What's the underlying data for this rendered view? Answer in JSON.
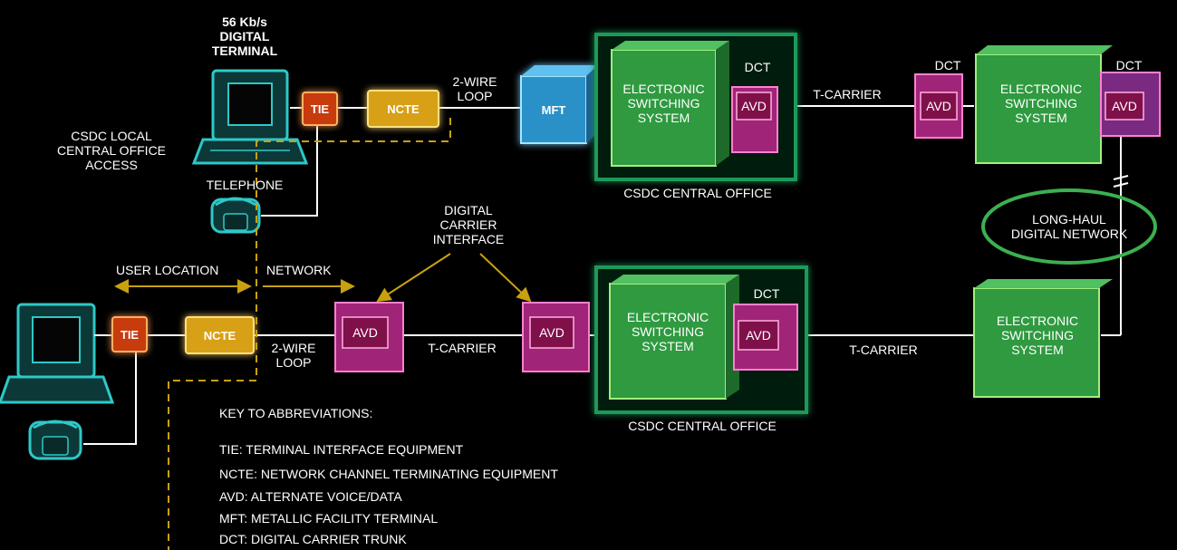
{
  "terminal_title": [
    "56 Kb/s",
    "DIGITAL",
    "TERMINAL"
  ],
  "access_title": [
    "CSDC LOCAL",
    "CENTRAL OFFICE",
    "ACCESS"
  ],
  "telephone_label": "TELEPHONE",
  "tie": "TIE",
  "ncte": "NCTE",
  "mft": "MFT",
  "avd": "AVD",
  "dct": "DCT",
  "two_wire_loop": [
    "2-WIRE",
    "LOOP"
  ],
  "t_carrier": "T-CARRIER",
  "ess": [
    "ELECTRONIC",
    "SWITCHING",
    "SYSTEM"
  ],
  "central_office": "CSDC CENTRAL OFFICE",
  "digital_carrier_interface": [
    "DIGITAL",
    "CARRIER",
    "INTERFACE"
  ],
  "user_location": "USER LOCATION",
  "network": "NETWORK",
  "long_haul": [
    "LONG-HAUL",
    "DIGITAL NETWORK"
  ],
  "key_title": "KEY TO ABBREVIATIONS:",
  "key": [
    "TIE: TERMINAL INTERFACE EQUIPMENT",
    "NCTE: NETWORK CHANNEL TERMINATING EQUIPMENT",
    "AVD: ALTERNATE VOICE/DATA",
    "MFT: METALLIC FACILITY TERMINAL",
    "DCT: DIGITAL CARRIER TRUNK"
  ],
  "colors": {
    "background": "#000000",
    "terminal": "#2ec8c8",
    "tie": "#e8501a",
    "ncte": "#e8b020",
    "mft": "#3ab0e8",
    "ess": "#34b048",
    "avd": "#c03090",
    "office_glow": "#1a9a5a",
    "dashed": "#c8a010",
    "arrow": "#c8a010",
    "ellipse": "#3cb050",
    "text": "#ffffff"
  }
}
